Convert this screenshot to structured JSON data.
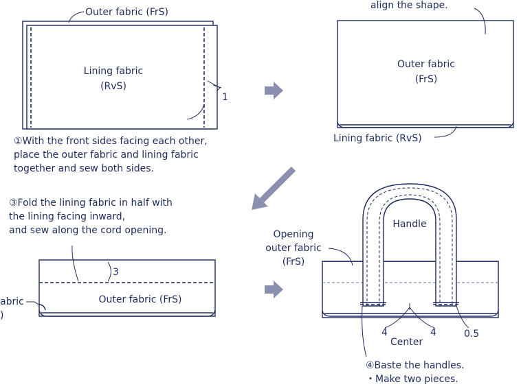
{
  "step1": {
    "outer_fabric_label": "Outer fabric (FrS)",
    "lining_line1": "Lining fabric",
    "lining_line2": "(RvS)",
    "dimension": "1",
    "caption_line1": "①With the front sides facing each other,",
    "caption_line2": "place the outer fabric and lining fabric",
    "caption_line3": "together and sew both sides."
  },
  "step2": {
    "top_text": "align the shape.",
    "outer_line1": "Outer fabric",
    "outer_line2": "(FrS)",
    "lining_label": "Lining fabric (RvS)"
  },
  "step3": {
    "caption_line1": "③Fold the lining fabric in half with",
    "caption_line2": "the lining facing inward,",
    "caption_line3": "and sew along the cord opening.",
    "dimension": "3",
    "outer_label": "Outer fabric (FrS)",
    "left_cut_line1": "abric",
    "left_cut_line2": ")"
  },
  "step4": {
    "handle_label": "Handle",
    "opening_line1": "Opening",
    "opening_line2": "outer fabric",
    "opening_line3": "(FrS)",
    "dim_left": "4",
    "dim_right": "4",
    "dim_small": "0.5",
    "center_label": "Center",
    "caption_line1": "④Baste the handles.",
    "caption_line2": "・Make two pieces."
  }
}
